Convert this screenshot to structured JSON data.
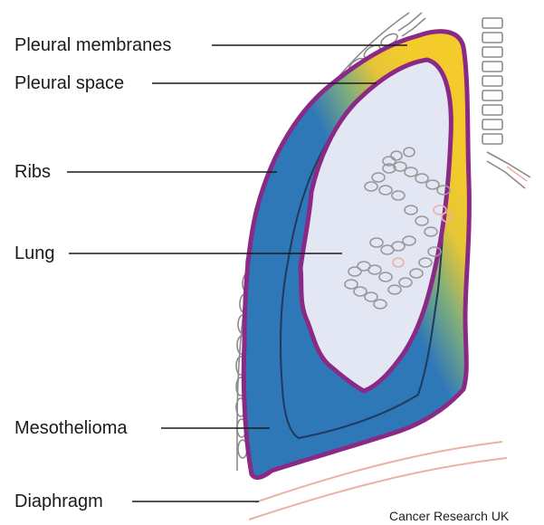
{
  "labels": {
    "pleural_membranes": "Pleural membranes",
    "pleural_space": "Pleural space",
    "ribs": "Ribs",
    "lung": "Lung",
    "mesothelioma": "Mesothelioma",
    "diaphragm": "Diaphragm"
  },
  "credit": "Cancer Research UK",
  "colors": {
    "membrane_outline": "#8a2a86",
    "mesothelioma": "#2f78b8",
    "pleural_space": "#f1c92a",
    "lung": "#e3e7f4",
    "ribs": "#8a8a8a",
    "diaphragm": "#e9b2a4",
    "airway": "#9a9a9a"
  }
}
